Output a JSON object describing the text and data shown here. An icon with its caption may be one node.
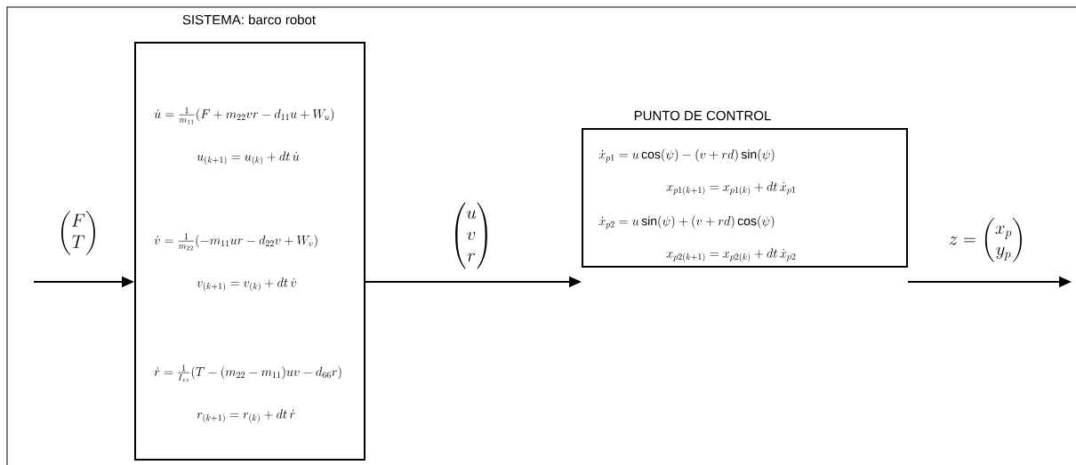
{
  "diagram": {
    "nodes": [
      {
        "text": [
          "SISTEMA: barco robot",
          "\\dot{u} = \\frac{1}{m_{11}}(F + m_{22}vr - d_{11}u + W_u)",
          "u_{(k+1)} = u_{(k)} + dt\\,\\dot{u}",
          "\\dot{v} = \\frac{1}{m_{22}}(-m_{11}ur - d_{22}v + W_v)",
          "v_{(k+1)} = v_{(k)} + dt\\,\\dot{v}",
          "\\dot{r} = \\frac{1}{I_{zz}}(T - (m_{22} - m_{11})uv - d_{66}r)",
          "r_{(k+1)} = r_{(k)} + dt\\,\\dot{r}"
        ]
      },
      {
        "text": [
          "PUNTO DE CONTROL",
          "\\dot{x}_{p1} = u\\cos(\\psi) - (v + rd)\\sin(\\psi)",
          "x_{p1(k+1)} = x_{p1(k)} + dt\\,\\dot{x}_{p1}",
          "\\dot{x}_{p2} = u\\sin(\\psi) + (v + rd)\\cos(\\psi)",
          "x_{p2(k+1)} = x_{p2(k)} + dt\\,\\dot{x}_{p2}"
        ]
      }
    ],
    "edges": [
      {
        "from": null,
        "to": 0,
        "arrow": "to",
        "label": "\\begin{pmatrix}F\\\\T\\end{pmatrix}"
      },
      {
        "from": 0,
        "to": 1,
        "arrow": "to",
        "label": "\\begin{pmatrix}u\\\\v\\\\r\\end{pmatrix}"
      },
      {
        "from": 1,
        "to": null,
        "arrow": "to",
        "label": "z = \\begin{pmatrix}x_p\\\\y_p\\end{pmatrix}"
      }
    ]
  }
}
